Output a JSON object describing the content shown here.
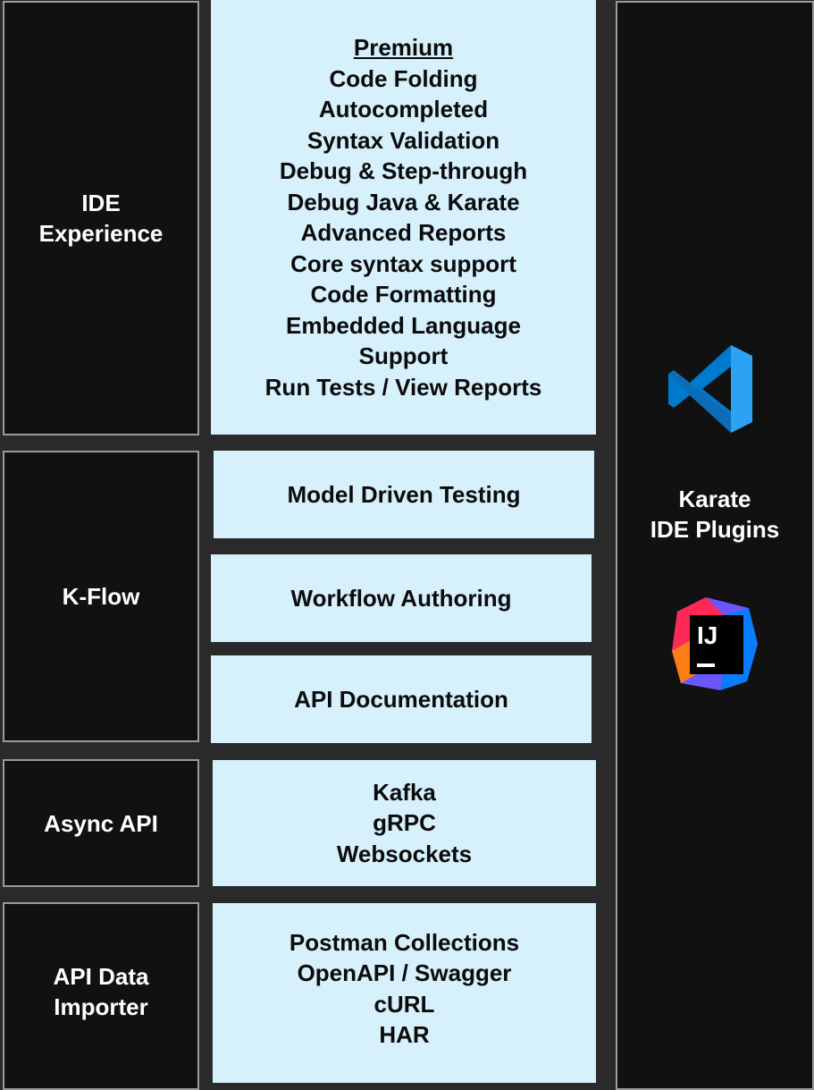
{
  "rows": {
    "ide": {
      "label_lines": [
        "IDE",
        "Experience"
      ],
      "items": [
        "Premium",
        "Code Folding",
        "Autocompleted",
        "Syntax Validation",
        "Debug & Step-through",
        "Debug Java & Karate",
        "Advanced Reports",
        "Core syntax support",
        "Code Formatting",
        "Embedded Language",
        "Support",
        "Run Tests / View Reports"
      ]
    },
    "kflow": {
      "label": "K-Flow",
      "items": [
        "Model Driven Testing",
        "Workflow Authoring",
        "API Documentation"
      ]
    },
    "async": {
      "label": "Async API",
      "items": [
        "Kafka",
        "gRPC",
        "Websockets"
      ]
    },
    "importer": {
      "label_lines": [
        "API Data",
        "Importer"
      ],
      "items": [
        "Postman Collections",
        "OpenAPI / Swagger",
        "cURL",
        "HAR"
      ]
    }
  },
  "plugins": {
    "label_lines": [
      "Karate",
      "IDE Plugins"
    ],
    "intellij_logo_text": "IJ"
  },
  "colors": {
    "background": "#2a2a2a",
    "dark_box": "#111111",
    "light_box": "#d6f0fc",
    "vscode_blue": "#1a8fe0",
    "intellij_pink": "#fe2857",
    "intellij_orange": "#fd7e15",
    "intellij_purple": "#6b57ff"
  },
  "icons": [
    "vscode-icon",
    "intellij-icon"
  ]
}
